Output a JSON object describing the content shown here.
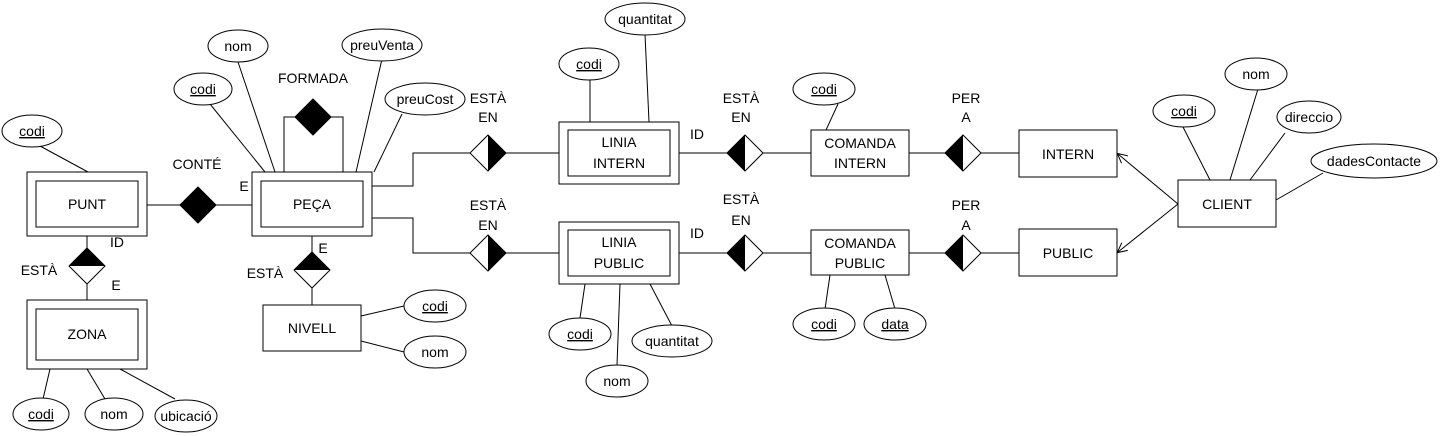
{
  "entities": {
    "punt": "PUNT",
    "zona": "ZONA",
    "peca": "PEÇA",
    "nivell": "NIVELL",
    "linia_intern_1": "LINIA",
    "linia_intern_2": "INTERN",
    "linia_public_1": "LINIA",
    "linia_public_2": "PUBLIC",
    "comanda_intern_1": "COMANDA",
    "comanda_intern_2": "INTERN",
    "comanda_public_1": "COMANDA",
    "comanda_public_2": "PUBLIC",
    "intern": "INTERN",
    "public": "PUBLIC",
    "client": "CLIENT"
  },
  "attributes": {
    "punt_codi": "codi",
    "zona_codi": "codi",
    "zona_nom": "nom",
    "zona_ubicacio": "ubicació",
    "peca_codi": "codi",
    "peca_nom": "nom",
    "peca_preu_venta": "preuVenta",
    "peca_preu_cost": "preuCost",
    "nivell_codi": "codi",
    "nivell_nom": "nom",
    "linia_intern_codi": "codi",
    "linia_intern_quantitat": "quantitat",
    "linia_public_codi": "codi",
    "linia_public_nom": "nom",
    "linia_public_quantitat": "quantitat",
    "comanda_intern_codi": "codi",
    "comanda_public_codi": "codi",
    "comanda_public_data": "data",
    "client_codi": "codi",
    "client_nom": "nom",
    "client_direccio": "direccio",
    "client_dades_contacte": "dadesContacte"
  },
  "relationships": {
    "conte": "CONTÉ",
    "formada": "FORMADA",
    "punt_zona_esta": "ESTÀ",
    "peca_nivell_esta": "ESTÀ",
    "intern_esta_1": "ESTÀ",
    "intern_esta_2": "EN",
    "public_esta_1": "ESTÀ",
    "public_esta_2": "EN",
    "comanda_intern_esta_1": "ESTÀ",
    "comanda_intern_esta_2": "EN",
    "comanda_public_esta_1": "ESTÀ",
    "comanda_public_esta_2": "EN",
    "per_intern_1": "PER",
    "per_intern_2": "A",
    "per_public_1": "PER",
    "per_public_2": "A"
  },
  "markers": {
    "conte_e": "E",
    "punt_id": "ID",
    "zona_e": "E",
    "nivell_e": "E",
    "linia_intern_id": "ID",
    "linia_public_id": "ID"
  }
}
